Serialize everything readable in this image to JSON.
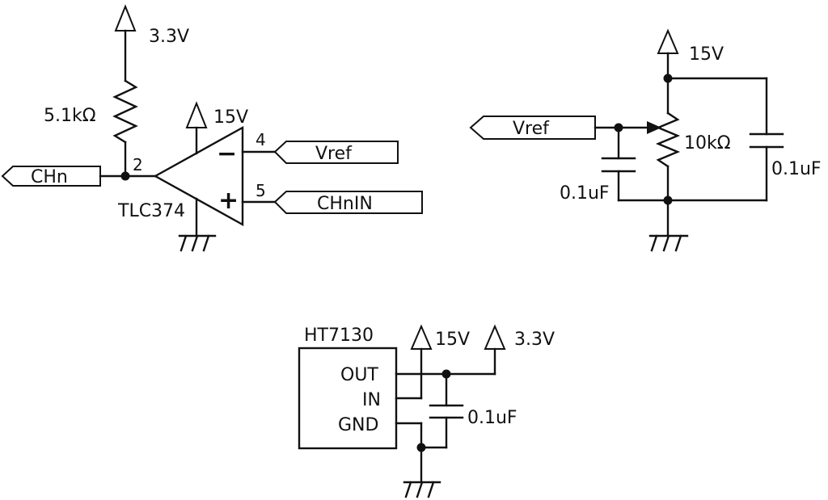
{
  "opamp_circuit": {
    "supply_3v3": "3.3V",
    "resistor": "5.1kΩ",
    "output_port": "CHn",
    "pin_output": "2",
    "supply_15v": "15V",
    "pin_inverting": "4",
    "pin_noninverting": "5",
    "port_vref": "Vref",
    "port_input": "CHnIN",
    "ic_name": "TLC374",
    "minus_sign": "−",
    "plus_sign": "+"
  },
  "vref_circuit": {
    "supply_15v": "15V",
    "port_vref": "Vref",
    "potentiometer": "10kΩ",
    "cap_left": "0.1uF",
    "cap_right": "0.1uF"
  },
  "regulator_circuit": {
    "ic_name": "HT7130",
    "pin_out": "OUT",
    "pin_in": "IN",
    "pin_gnd": "GND",
    "supply_15v": "15V",
    "supply_3v3": "3.3V",
    "cap": "0.1uF"
  }
}
